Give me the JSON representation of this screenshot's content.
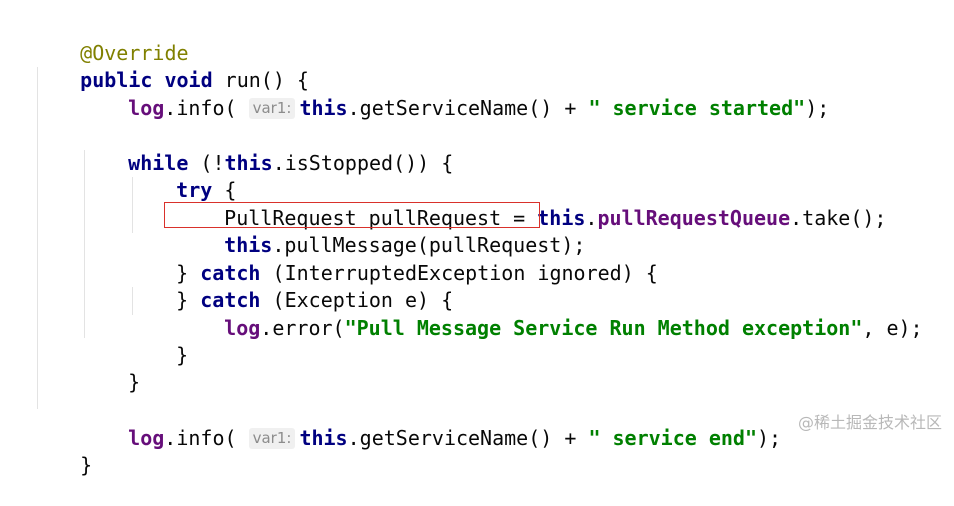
{
  "code": {
    "l1_annotation": "@Override",
    "l2_public": "public",
    "l2_void": "void",
    "l2_rest": " run() {",
    "l3_log": "log",
    "l3_method": ".info( ",
    "l3_hint": "var1:",
    "l3_this": "this",
    "l3_call": ".getServiceName() + ",
    "l3_string": "\" service started\"",
    "l3_end": ");",
    "l5_while": "while",
    "l5_open": " (!",
    "l5_this": "this",
    "l5_rest": ".isStopped()) {",
    "l6_try": "try",
    "l6_rest": " {",
    "l7_decl": "PullRequest pullRequest = ",
    "l7_this": "this",
    "l7_dot": ".",
    "l7_field": "pullRequestQueue",
    "l7_rest": ".take();",
    "l8_this": "this",
    "l8_rest": ".pullMessage(pullRequest);",
    "l9_close": "} ",
    "l9_catch": "catch",
    "l9_rest": " (InterruptedException ignored) {",
    "l10_close": "} ",
    "l10_catch": "catch",
    "l10_rest": " (Exception e) {",
    "l11_log": "log",
    "l11_method": ".error(",
    "l11_string": "\"Pull Message Service Run Method exception\"",
    "l11_rest": ", e);",
    "l12_close": "}",
    "l13_close": "}",
    "l15_log": "log",
    "l15_method": ".info( ",
    "l15_hint": "var1:",
    "l15_this": "this",
    "l15_call": ".getServiceName() + ",
    "l15_string": "\" service end\"",
    "l15_end": ");",
    "l16_close": "}"
  },
  "watermark": "@稀土掘金技术社区",
  "colors": {
    "keyword": "#000080",
    "field": "#660e7a",
    "string": "#008000",
    "annotation": "#808000",
    "highlight_border": "#d9312b"
  }
}
